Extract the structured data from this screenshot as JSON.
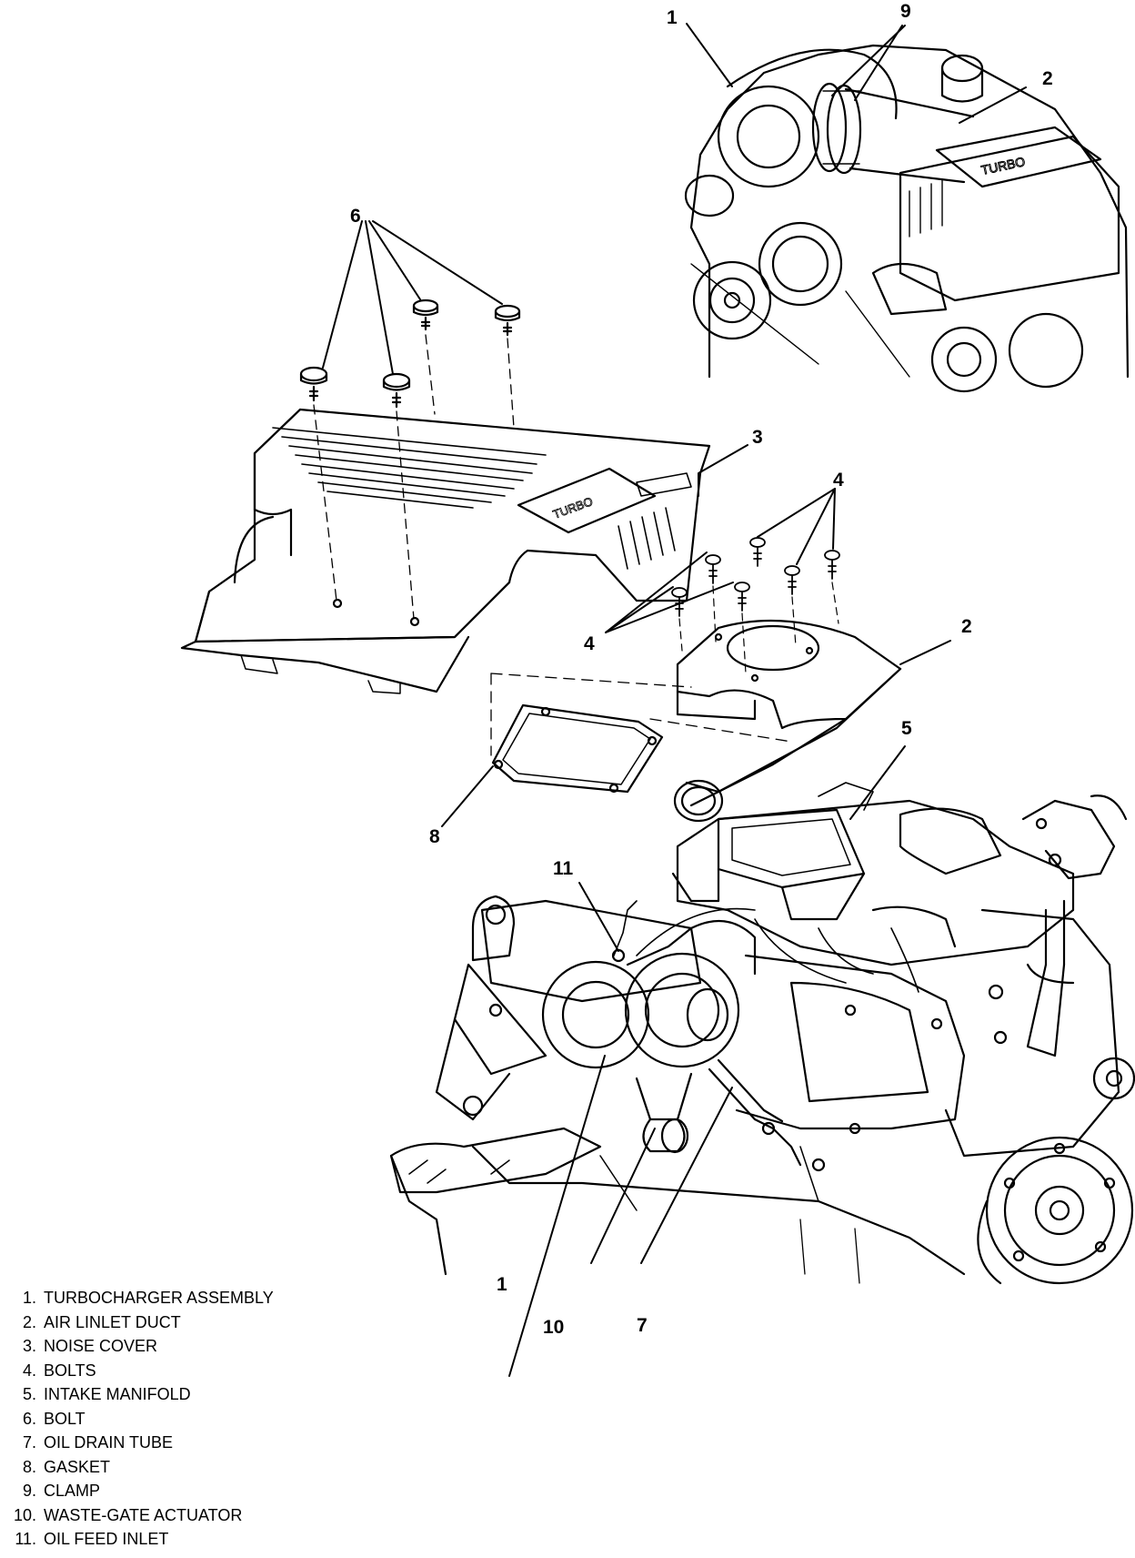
{
  "callouts": {
    "c1_top": "1",
    "c9_top": "9",
    "c2_top": "2",
    "c6": "6",
    "c3": "3",
    "c4_right": "4",
    "c4_left": "4",
    "c2_mid": "2",
    "c5": "5",
    "c8": "8",
    "c11": "11",
    "c1_bottom": "1",
    "c10": "10",
    "c7": "7"
  },
  "legend": [
    {
      "num": "1.",
      "label": "TURBOCHARGER ASSEMBLY"
    },
    {
      "num": "2.",
      "label": "AIR LINLET DUCT"
    },
    {
      "num": "3.",
      "label": "NOISE COVER"
    },
    {
      "num": "4.",
      "label": "BOLTS"
    },
    {
      "num": "5.",
      "label": "INTAKE MANIFOLD"
    },
    {
      "num": "6.",
      "label": "BOLT"
    },
    {
      "num": "7.",
      "label": "OIL DRAIN TUBE"
    },
    {
      "num": "8.",
      "label": "GASKET"
    },
    {
      "num": "9.",
      "label": "CLAMP"
    },
    {
      "num": "10.",
      "label": "WASTE-GATE  ACTUATOR"
    },
    {
      "num": "11.",
      "label": "OIL FEED INLET"
    }
  ],
  "colors": {
    "ink": "#000000",
    "paper": "#ffffff"
  }
}
